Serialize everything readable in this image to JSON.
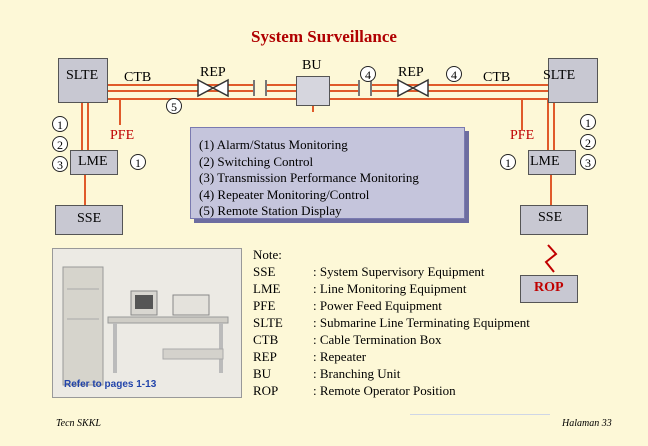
{
  "title": "System Surveillance",
  "labels": {
    "slte": "SLTE",
    "ctb": "CTB",
    "rep": "REP",
    "bu": "BU",
    "pfe": "PFE",
    "lme": "LME",
    "sse": "SSE",
    "rop": "ROP"
  },
  "numbers": {
    "n1": "1",
    "n2": "2",
    "n3": "3",
    "n4": "4",
    "n5": "5"
  },
  "functions": [
    "(1) Alarm/Status Monitoring",
    "(2) Switching Control",
    "(3) Transmission Performance Monitoring",
    "(4) Repeater Monitoring/Control",
    "(5) Remote Station Display"
  ],
  "note": {
    "heading": "Note:",
    "rows": [
      {
        "k": "SSE",
        "v": ": System Supervisory Equipment"
      },
      {
        "k": "LME",
        "v": ": Line Monitoring Equipment"
      },
      {
        "k": "PFE",
        "v": ": Power Feed Equipment"
      },
      {
        "k": "SLTE",
        "v": ": Submarine Line Terminating Equipment"
      },
      {
        "k": "CTB",
        "v": ": Cable Termination Box"
      },
      {
        "k": "REP",
        "v": ": Repeater"
      },
      {
        "k": "BU",
        "v": ": Branching Unit"
      },
      {
        "k": "ROP",
        "v": ": Remote Operator Position"
      }
    ]
  },
  "photo_caption": "Refer to pages 1-13",
  "footer": {
    "left": "Tecn SKKL",
    "right": "Halaman 33"
  },
  "colors": {
    "cable": "#e05a2a",
    "title": "#b00000",
    "box": "#c8c8d2",
    "background": "#fdf8d7"
  }
}
